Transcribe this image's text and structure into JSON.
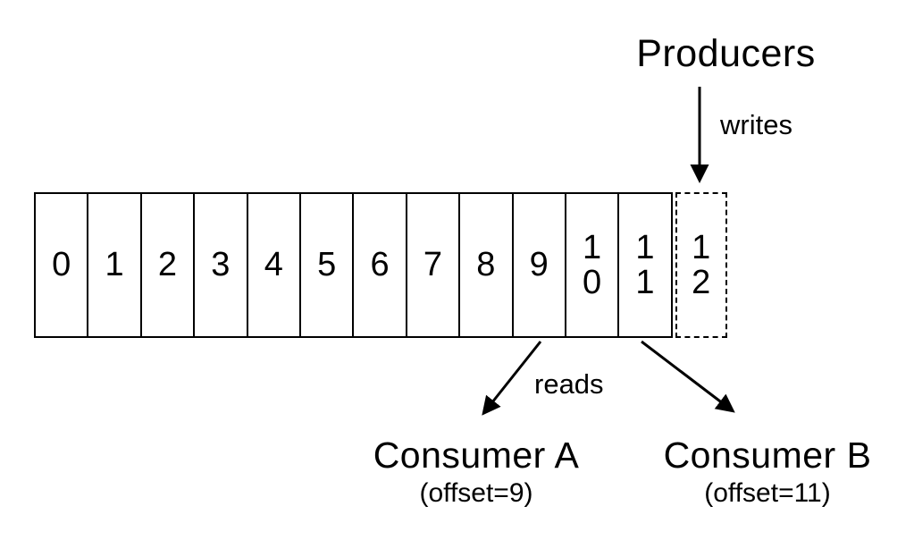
{
  "labels": {
    "producers": "Producers",
    "writes": "writes",
    "reads": "reads"
  },
  "log": {
    "cells": [
      "0",
      "1",
      "2",
      "3",
      "4",
      "5",
      "6",
      "7",
      "8",
      "9",
      "10",
      "11",
      "12"
    ],
    "dashed_cell_index": 12
  },
  "consumers": [
    {
      "name": "Consumer A",
      "offset": "(offset=9)"
    },
    {
      "name": "Consumer B",
      "offset": "(offset=11)"
    }
  ],
  "colors": {
    "line": "#000000",
    "background": "#ffffff"
  }
}
